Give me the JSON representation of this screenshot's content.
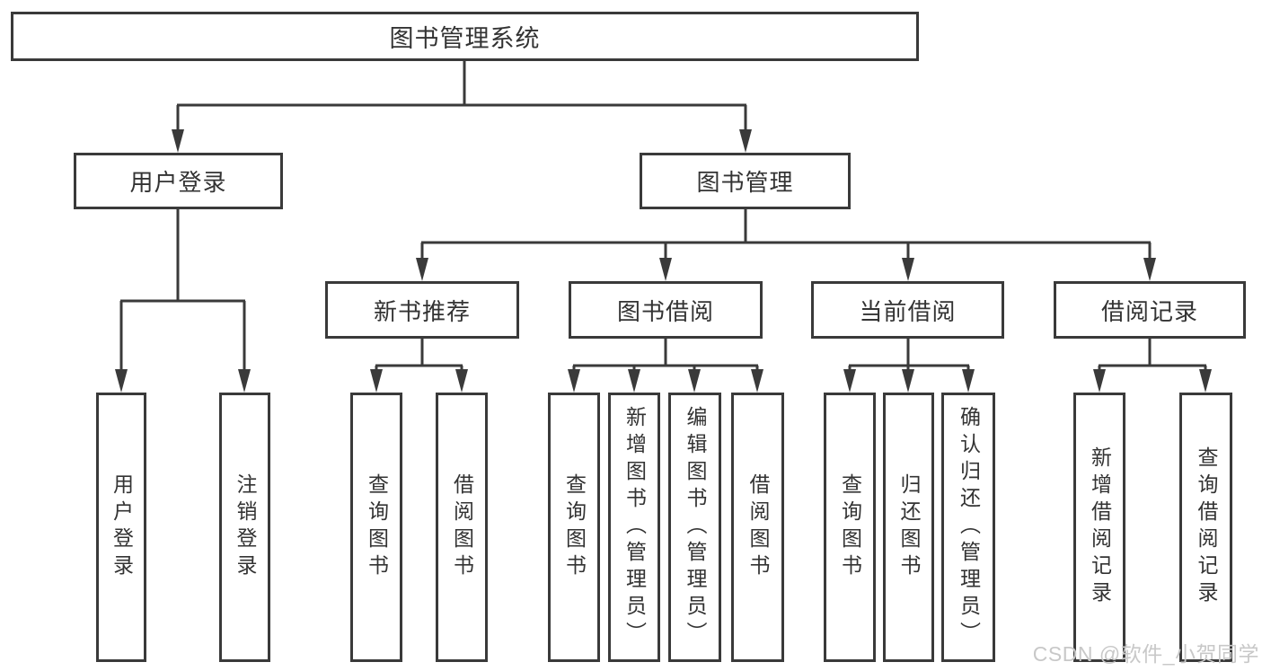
{
  "diagram": {
    "root": {
      "label": "图书管理系统"
    },
    "user_login": {
      "label": "用户登录",
      "children": [
        {
          "label": "用户登录"
        },
        {
          "label": "注销登录"
        }
      ]
    },
    "book_management": {
      "label": "图书管理",
      "sections": [
        {
          "label": "新书推荐",
          "children": [
            {
              "label": "查询图书"
            },
            {
              "label": "借阅图书"
            }
          ]
        },
        {
          "label": "图书借阅",
          "children": [
            {
              "label": "查询图书"
            },
            {
              "label": "新增图书（管理员）"
            },
            {
              "label": "编辑图书（管理员）"
            },
            {
              "label": "借阅图书"
            }
          ]
        },
        {
          "label": "当前借阅",
          "children": [
            {
              "label": "查询图书"
            },
            {
              "label": "归还图书"
            },
            {
              "label": "确认归还（管理员）"
            }
          ]
        },
        {
          "label": "借阅记录",
          "children": [
            {
              "label": "新增借阅记录"
            },
            {
              "label": "查询借阅记录"
            }
          ]
        }
      ]
    },
    "watermark": "CSDN @软件_小贺同学"
  },
  "colors": {
    "line": "#3a3a3a",
    "text": "#333333",
    "watermark": "#c8c8c8",
    "background": "#ffffff"
  }
}
